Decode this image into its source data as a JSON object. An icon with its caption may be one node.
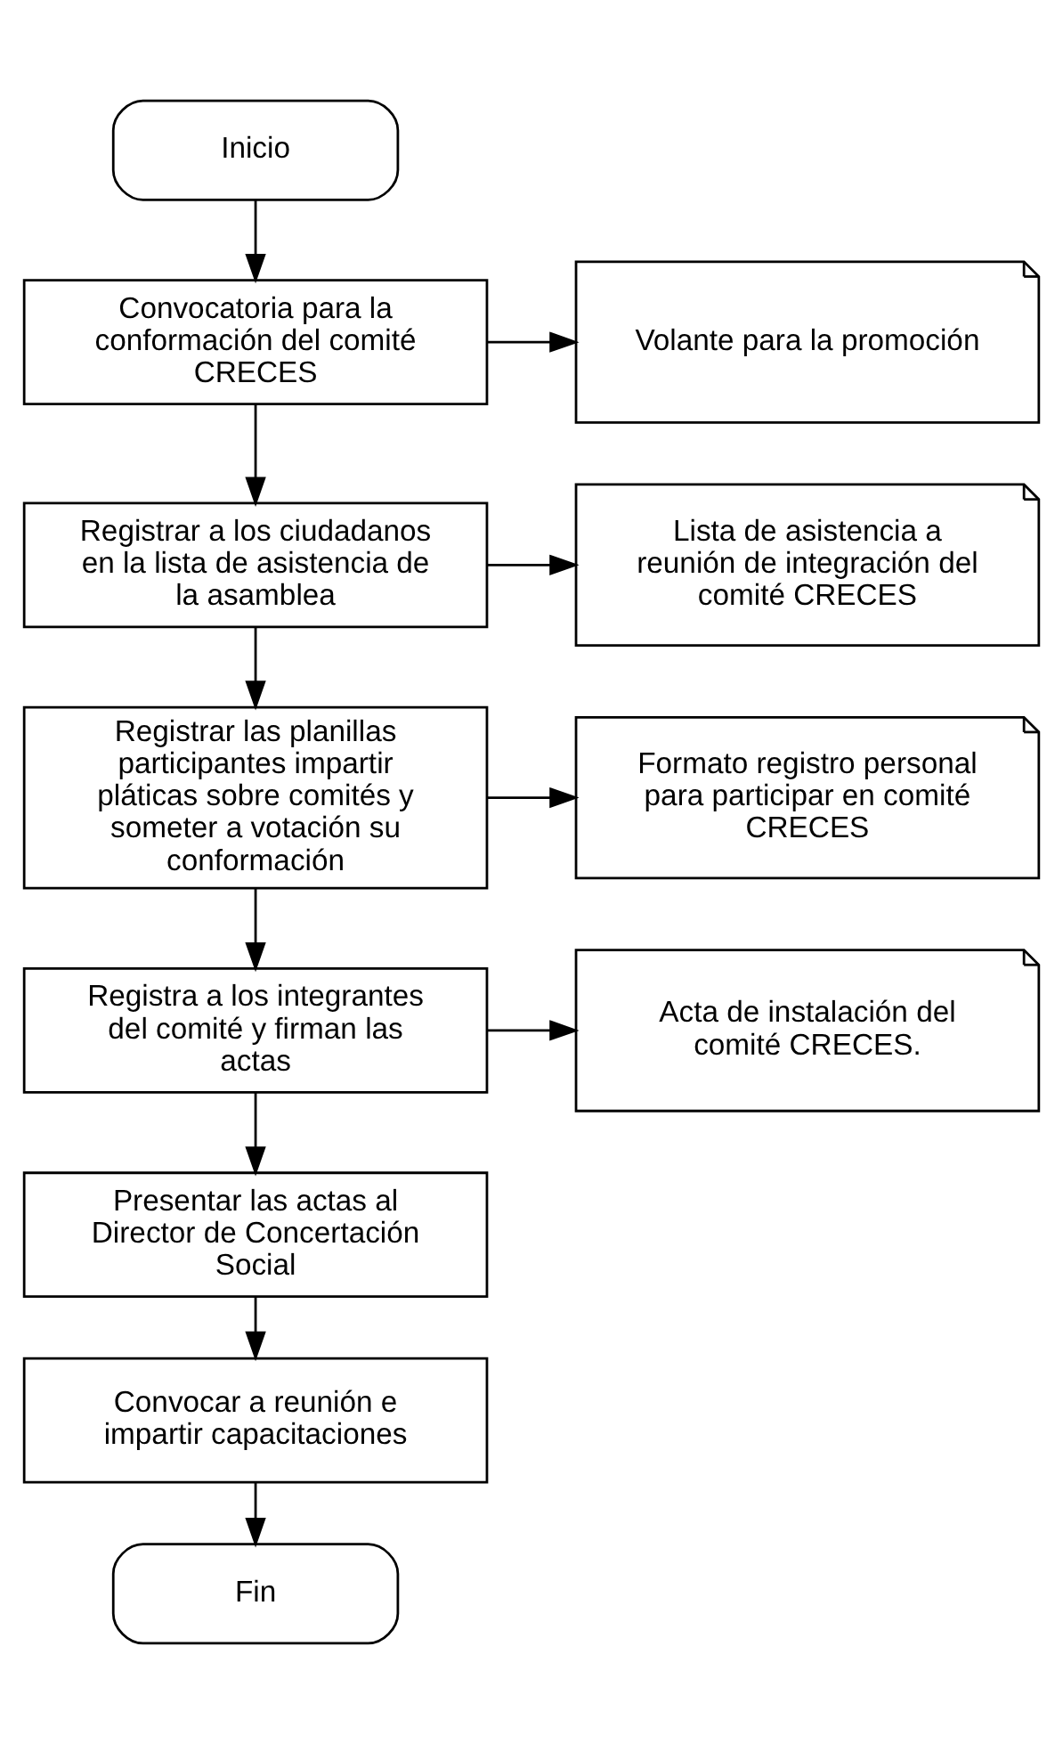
{
  "diagram": {
    "nodes": [
      {
        "text": [
          "Inicio"
        ]
      },
      {
        "text": [
          "Convocatoria para la conformación del comité CRECES"
        ]
      },
      {
        "text": [
          "Volante para la promoción"
        ]
      },
      {
        "text": [
          "Registrar a los ciudadanos en la lista de asistencia de la asamblea"
        ]
      },
      {
        "text": [
          "Lista de asistencia a reunión de integración del comité CRECES"
        ]
      },
      {
        "text": [
          "Registrar las planillas participantes impartir pláticas sobre comités y someter a votación su conformación"
        ]
      },
      {
        "text": [
          "Formato registro personal para participar en comité CRECES"
        ]
      },
      {
        "text": [
          "Registra a los integrantes del comité y firman las actas"
        ]
      },
      {
        "text": [
          "Acta de instalación del comité CRECES."
        ]
      },
      {
        "text": [
          "Presentar las actas al Director de Concertación Social"
        ]
      },
      {
        "text": [
          "Convocar a reunión e impartir capacitaciones"
        ]
      },
      {
        "text": [
          "Fin"
        ]
      }
    ],
    "edges": [
      {
        "from": 0,
        "to": 1,
        "arrow": "to"
      },
      {
        "from": 1,
        "to": 2,
        "arrow": "to"
      },
      {
        "from": 1,
        "to": 3,
        "arrow": "to"
      },
      {
        "from": 3,
        "to": 4,
        "arrow": "to"
      },
      {
        "from": 3,
        "to": 5,
        "arrow": "to"
      },
      {
        "from": 5,
        "to": 6,
        "arrow": "to"
      },
      {
        "from": 5,
        "to": 7,
        "arrow": "to"
      },
      {
        "from": 7,
        "to": 8,
        "arrow": "to"
      },
      {
        "from": 7,
        "to": 9,
        "arrow": "to"
      },
      {
        "from": 9,
        "to": 10,
        "arrow": "to"
      },
      {
        "from": 10,
        "to": 11,
        "arrow": "to"
      }
    ]
  }
}
